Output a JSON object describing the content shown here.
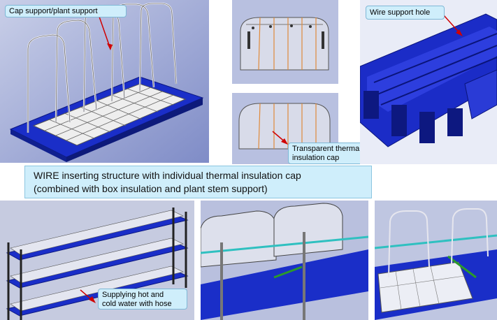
{
  "labels": {
    "cap_support": "Cap support/plant support",
    "wire_support_hole": "Wire support hole",
    "transparent_cap": "Transparent thermal\ninsulation cap",
    "hot_cold_water": "Supplying hot and\ncold water with hose"
  },
  "banner": {
    "line1": "WIRE inserting structure with individual thermal insulation cap",
    "line2": "(combined with box insulation and plant stem support)"
  },
  "colors": {
    "tray_blue": "#1a2ec8",
    "background_blue": "#b7bfe0",
    "callout_fill": "#cfeefb",
    "arrow_red": "#d00000"
  }
}
